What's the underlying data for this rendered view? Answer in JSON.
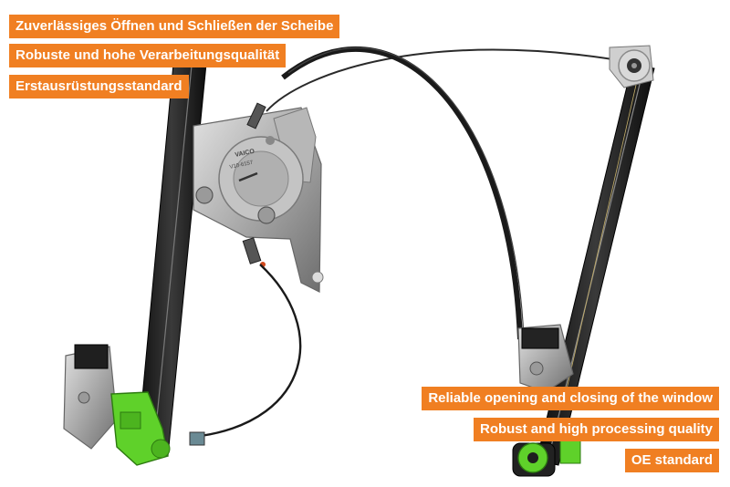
{
  "features_de": [
    "Zuverlässiges Öffnen und Schließen der Scheibe",
    "Robuste und hohe Verarbeitungsqualität",
    "Erstausrüstungsstandard"
  ],
  "features_en": [
    "Reliable opening and closing of the window",
    "Robust and high processing quality",
    "OE standard"
  ],
  "brand_mark": "VAICO",
  "part_number": "V10-6157",
  "colors": {
    "label_bg": "#f07f22",
    "label_text": "#ffffff",
    "plug_green": "#5fd12a",
    "rail": "#1c1c1c"
  }
}
